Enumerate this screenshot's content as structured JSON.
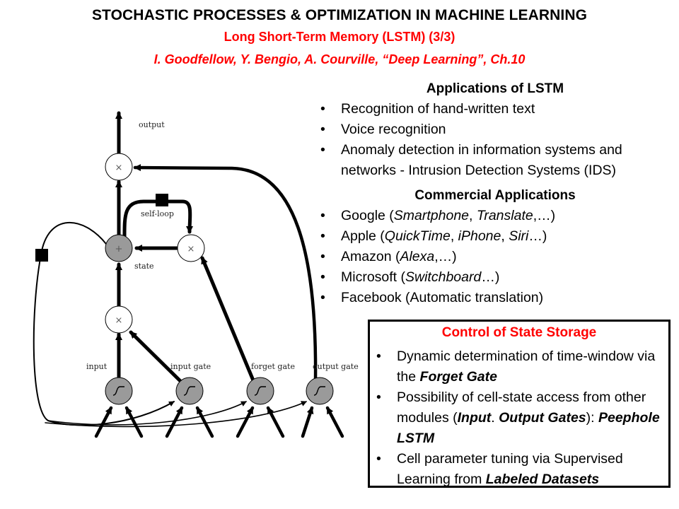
{
  "header": {
    "title": "STOCHASTIC PROCESSES & OPTIMIZATION IN MACHINE LEARNING",
    "subtitle": "Long Short-Term Memory (LSTM) (3/3)",
    "reference": "I. Goodfellow, Y. Bengio, A. Courville, “Deep Learning”, Ch.10"
  },
  "diagram": {
    "labels": {
      "output": "output",
      "self_loop": "self-loop",
      "state": "state",
      "input": "input",
      "input_gate": "input gate",
      "forget_gate": "forget gate",
      "output_gate": "output gate"
    },
    "glyphs": {
      "multiply": "×",
      "plus": "+",
      "sigmoid": "∫"
    }
  },
  "applications": {
    "title": "Applications of LSTM",
    "items": [
      "Recognition of hand-written text",
      "Voice recognition",
      "Anomaly detection in information systems and networks - Intrusion Detection Systems (IDS)"
    ]
  },
  "commercial": {
    "title": "Commercial Applications",
    "items": [
      {
        "name": "Google (",
        "examples": "Smartphone",
        "sep": ", ",
        "examples2": "Translate",
        "tail": ",…)"
      },
      {
        "name": "Apple (",
        "examples": "QuickTime",
        "sep": ", ",
        "examples2": "iPhone",
        "sep2": ", ",
        "examples3": "Siri",
        "tail": "…)"
      },
      {
        "name": "Amazon (",
        "examples": "Alexa",
        "tail": ",…)"
      },
      {
        "name": "Microsoft (",
        "examples": "Switchboard",
        "tail": "…)"
      },
      {
        "name": "Facebook (Automatic translation)"
      }
    ]
  },
  "control_box": {
    "title": "Control of State Storage",
    "item1": {
      "text": "Dynamic determination of time-window via the ",
      "emph": "Forget Gate"
    },
    "item2": {
      "text": "Possibility of cell-state access from other modules (",
      "emph1": "Input",
      "sep": ". ",
      "emph2": "Output Gates",
      "tail": "): ",
      "emph3": "Peephole LSTM"
    },
    "item3": {
      "text": "Cell parameter tuning via Supervised Learning from ",
      "emph": "Labeled Datasets"
    }
  }
}
